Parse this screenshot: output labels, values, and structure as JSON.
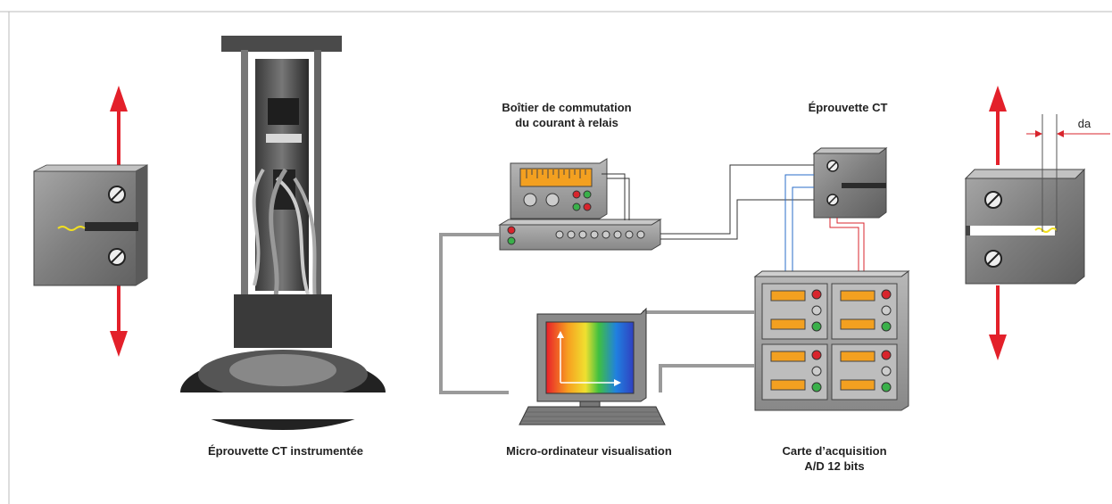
{
  "labels": {
    "ct_instrumented": "Éprouvette CT instrumentée",
    "switch_box_line1": "Boîtier de commutation",
    "switch_box_line2": "du courant à relais",
    "ct_specimen": "Éprouvette CT",
    "computer": "Micro-ordinateur visualisation",
    "daq_line1": "Carte d’acquisition",
    "daq_line2": "A/D 12 bits",
    "crack_increment": "da"
  },
  "colors": {
    "arrow_red": "#e3202a",
    "metal_gray": "#8c8c8c",
    "crack_yellow": "#f2e020",
    "wire_blue": "#2a6cc8",
    "wire_red": "#d8242c",
    "cable_gray": "#9a9a9a"
  }
}
